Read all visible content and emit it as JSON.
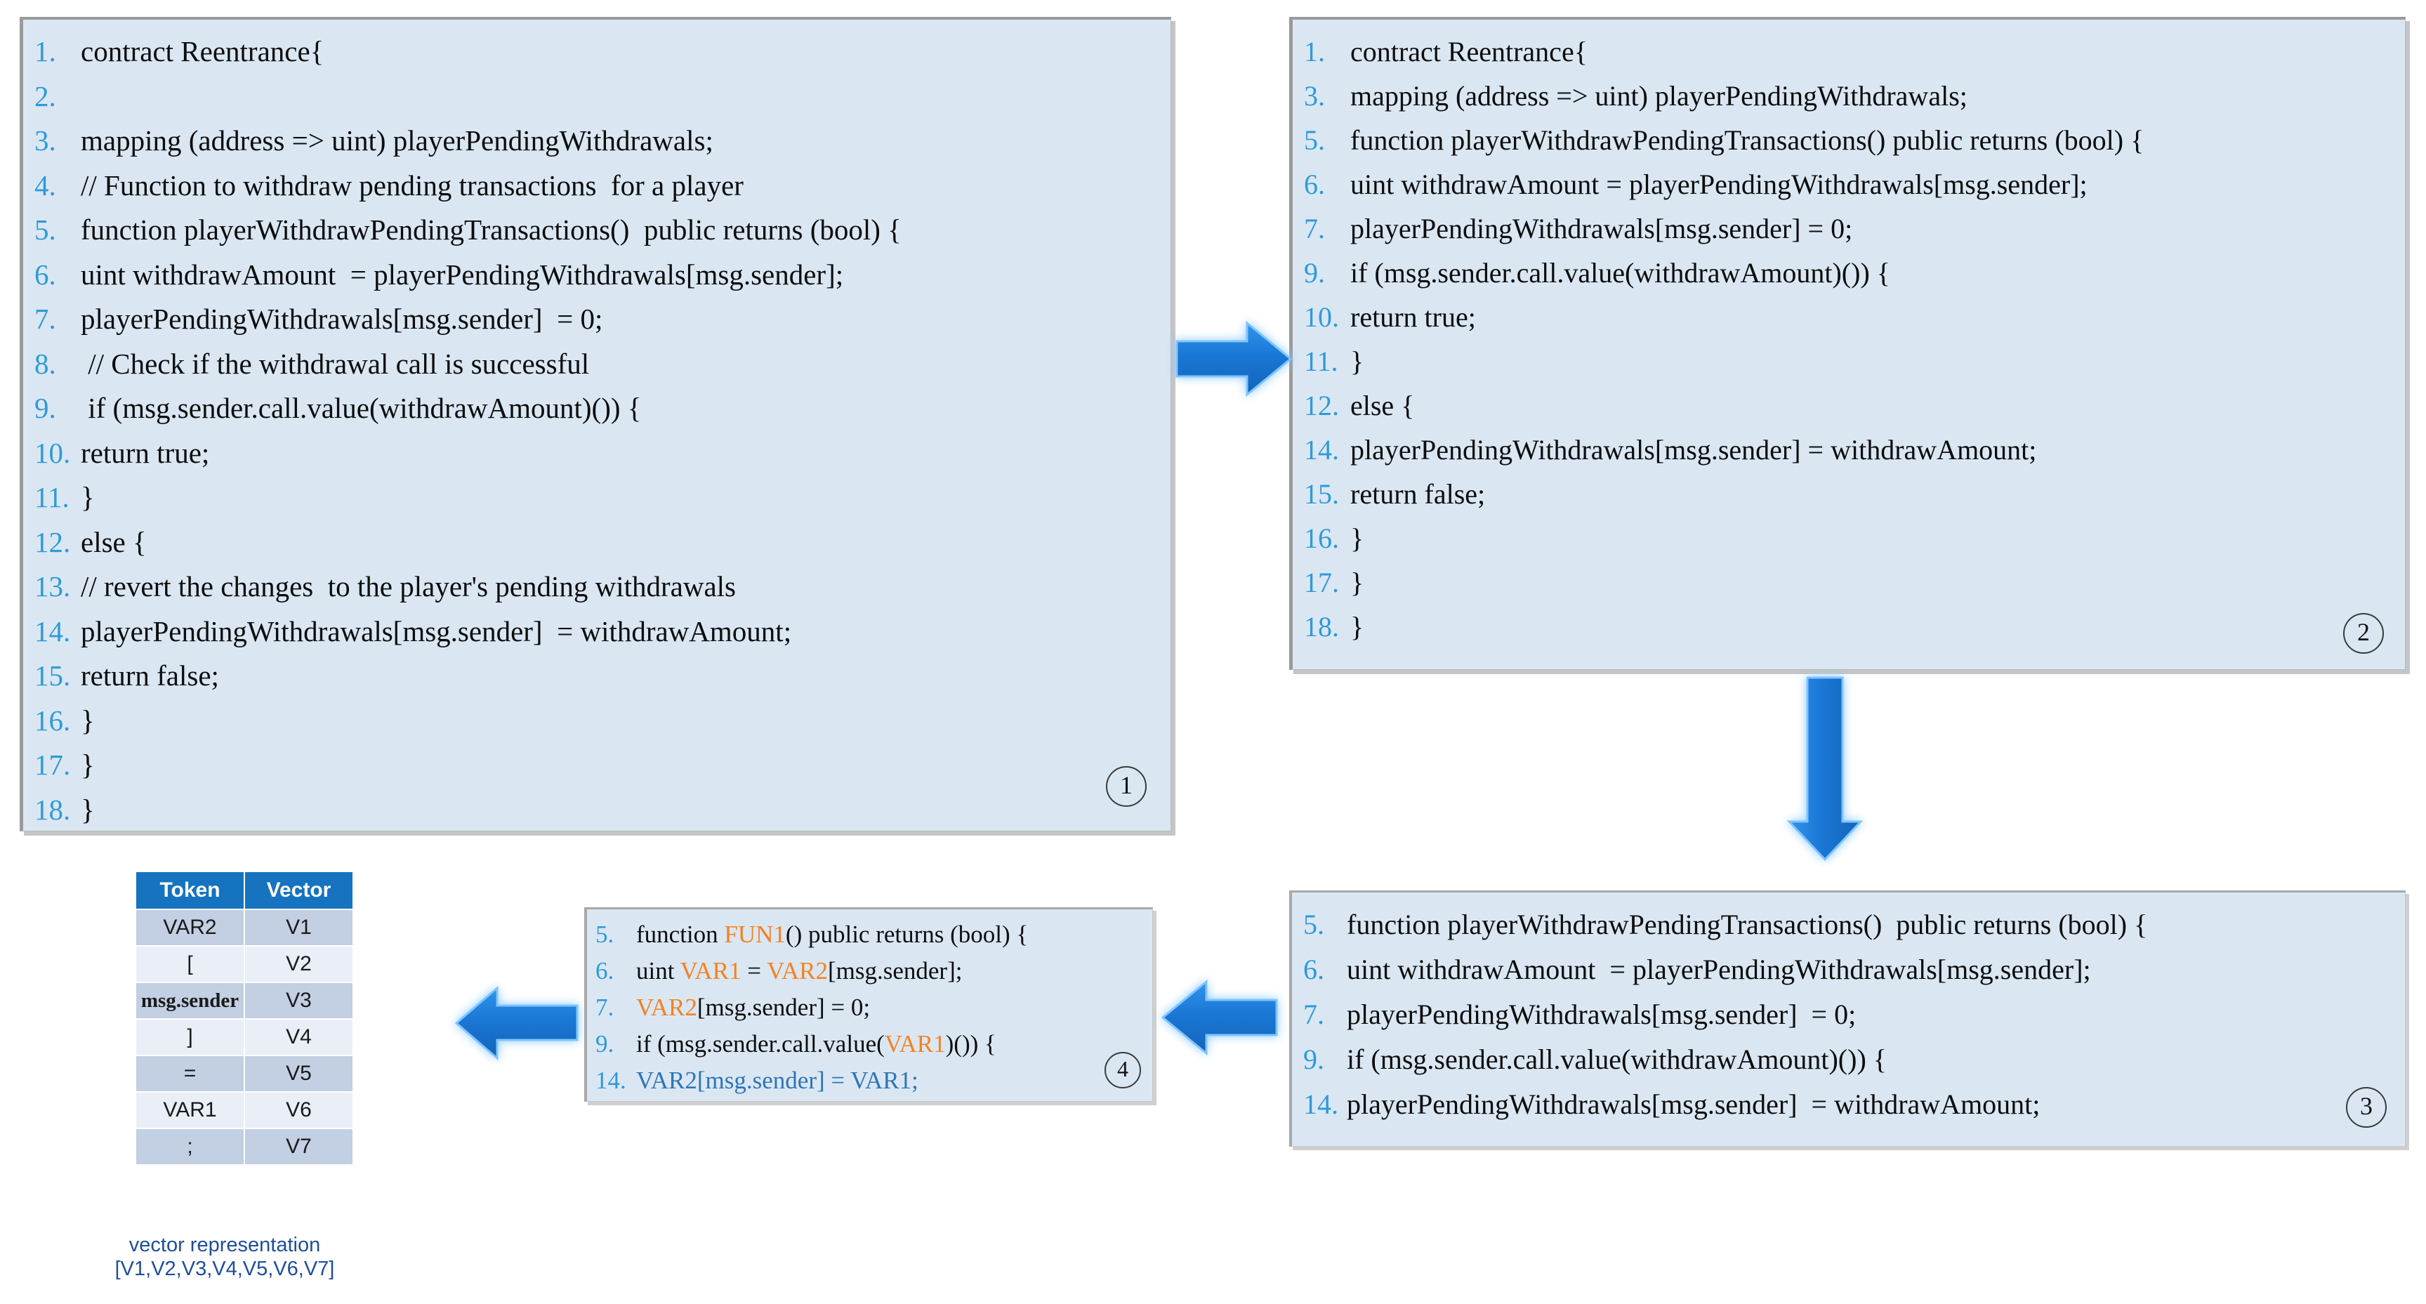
{
  "diagram": {
    "title": "Smart contract code normalization and vectorization pipeline",
    "colors": {
      "panel_background": "#dae7f3",
      "line_number": "#2f9ad8",
      "arrow": "#1f7fdd",
      "table_header": "#1573c0",
      "abstract_token": "#f5821f",
      "abstract_line": "#2e75b6",
      "caption_text": "#1f4e9c"
    }
  },
  "panel1": {
    "badge": "1",
    "lines": [
      {
        "no": "1.",
        "text": "contract Reentrance{"
      },
      {
        "no": "2.",
        "text": ""
      },
      {
        "no": "3.",
        "text": "mapping (address => uint) playerPendingWithdrawals;"
      },
      {
        "no": "4.",
        "text": "// Function to withdraw pending transactions  for a player"
      },
      {
        "no": "5.",
        "text": "function playerWithdrawPendingTransactions()  public returns (bool) {"
      },
      {
        "no": "6.",
        "text": "uint withdrawAmount  = playerPendingWithdrawals[msg.sender];"
      },
      {
        "no": "7.",
        "text": "playerPendingWithdrawals[msg.sender]  = 0;"
      },
      {
        "no": "8.",
        "text": " // Check if the withdrawal call is successful"
      },
      {
        "no": "9.",
        "text": " if (msg.sender.call.value(withdrawAmount)()) {"
      },
      {
        "no": "10.",
        "text": "return true;"
      },
      {
        "no": "11.",
        "text": "}"
      },
      {
        "no": "12.",
        "text": "else {"
      },
      {
        "no": "13.",
        "text": "// revert the changes  to the player's pending withdrawals"
      },
      {
        "no": "14.",
        "text": "playerPendingWithdrawals[msg.sender]  = withdrawAmount;"
      },
      {
        "no": "15.",
        "text": "return false;"
      },
      {
        "no": "16.",
        "text": "}"
      },
      {
        "no": "17.",
        "text": "}"
      },
      {
        "no": "18.",
        "text": "}"
      }
    ]
  },
  "panel2": {
    "badge": "2",
    "lines": [
      {
        "no": "1.",
        "text": "contract Reentrance{"
      },
      {
        "no": "3.",
        "text": "mapping (address => uint) playerPendingWithdrawals;"
      },
      {
        "no": "5.",
        "text": "function playerWithdrawPendingTransactions() public returns (bool) {"
      },
      {
        "no": "6.",
        "text": "uint withdrawAmount = playerPendingWithdrawals[msg.sender];"
      },
      {
        "no": "7.",
        "text": "playerPendingWithdrawals[msg.sender] = 0;"
      },
      {
        "no": "9.",
        "text": "if (msg.sender.call.value(withdrawAmount)()) {"
      },
      {
        "no": "10.",
        "text": "return true;"
      },
      {
        "no": "11.",
        "text": "}"
      },
      {
        "no": "12.",
        "text": "else {"
      },
      {
        "no": "14.",
        "text": "playerPendingWithdrawals[msg.sender] = withdrawAmount;"
      },
      {
        "no": "15.",
        "text": "return false;"
      },
      {
        "no": "16.",
        "text": "}"
      },
      {
        "no": "17.",
        "text": "}"
      },
      {
        "no": "18.",
        "text": "}"
      }
    ]
  },
  "panel3": {
    "badge": "3",
    "lines": [
      {
        "no": "5.",
        "text": "function playerWithdrawPendingTransactions()  public returns (bool) {"
      },
      {
        "no": "6.",
        "text": "uint withdrawAmount  = playerPendingWithdrawals[msg.sender];"
      },
      {
        "no": "7.",
        "text": "playerPendingWithdrawals[msg.sender]  = 0;"
      },
      {
        "no": "9.",
        "text": "if (msg.sender.call.value(withdrawAmount)()) {"
      },
      {
        "no": "14.",
        "text": "playerPendingWithdrawals[msg.sender]  = withdrawAmount;"
      }
    ]
  },
  "panel4": {
    "badge": "4",
    "lines": [
      {
        "no": "5.",
        "segments": [
          {
            "t": "function ",
            "c": "plain"
          },
          {
            "t": "FUN1",
            "c": "orange"
          },
          {
            "t": "() public returns (bool) {",
            "c": "plain"
          }
        ]
      },
      {
        "no": "6.",
        "segments": [
          {
            "t": "uint ",
            "c": "plain"
          },
          {
            "t": "VAR1",
            "c": "orange"
          },
          {
            "t": " = ",
            "c": "plain"
          },
          {
            "t": "VAR2",
            "c": "orange"
          },
          {
            "t": "[msg.sender];",
            "c": "plain"
          }
        ]
      },
      {
        "no": "7.",
        "segments": [
          {
            "t": "VAR2",
            "c": "orange"
          },
          {
            "t": "[msg.sender] = 0;",
            "c": "plain"
          }
        ]
      },
      {
        "no": "9.",
        "segments": [
          {
            "t": "if (msg.sender.call.value(",
            "c": "plain"
          },
          {
            "t": "VAR1",
            "c": "orange"
          },
          {
            "t": ")()) {",
            "c": "plain"
          }
        ]
      },
      {
        "no": "14.",
        "segments": [
          {
            "t": "VAR2[msg.sender] = VAR1;",
            "c": "blue"
          }
        ]
      }
    ]
  },
  "token_table": {
    "headers": [
      "Token",
      "Vector"
    ],
    "rows": [
      {
        "token": "VAR2",
        "vector": "V1",
        "serif": false
      },
      {
        "token": "[",
        "vector": "V2",
        "serif": false
      },
      {
        "token": "msg.sender",
        "vector": "V3",
        "serif": true
      },
      {
        "token": "]",
        "vector": "V4",
        "serif": false
      },
      {
        "token": "=",
        "vector": "V5",
        "serif": false
      },
      {
        "token": "VAR1",
        "vector": "V6",
        "serif": false
      },
      {
        "token": ";",
        "vector": "V7",
        "serif": false
      }
    ],
    "caption_line1": "vector representation",
    "caption_line2": "[V1,V2,V3,V4,V5,V6,V7]"
  },
  "arrows": [
    {
      "name": "arrow-panel1-to-panel2",
      "direction": "right"
    },
    {
      "name": "arrow-panel2-to-panel3",
      "direction": "down"
    },
    {
      "name": "arrow-panel3-to-panel4",
      "direction": "left"
    },
    {
      "name": "arrow-panel4-to-table",
      "direction": "left"
    }
  ]
}
